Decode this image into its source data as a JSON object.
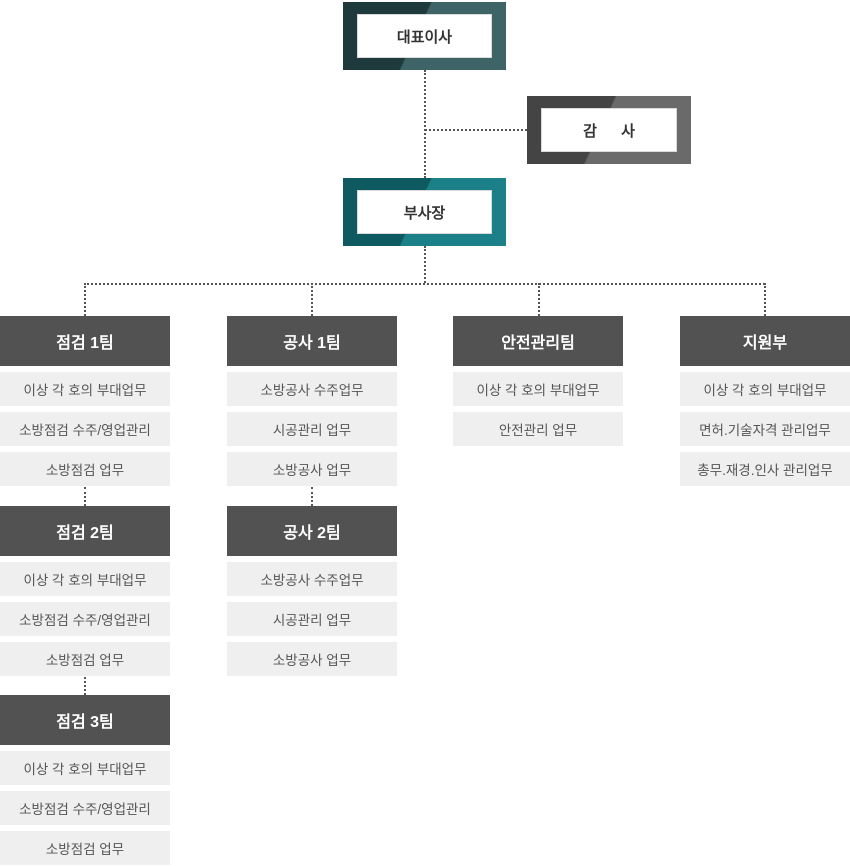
{
  "executives": {
    "ceo": "대표이사",
    "audit": "감 사",
    "vice_president": "부사장"
  },
  "teams": {
    "inspection1": {
      "name": "점검 1팀",
      "tasks": [
        "이상 각 호의 부대업무",
        "소방점검 수주/영업관리",
        "소방점검 업무"
      ]
    },
    "inspection2": {
      "name": "점검 2팀",
      "tasks": [
        "이상 각 호의 부대업무",
        "소방점검 수주/영업관리",
        "소방점검 업무"
      ]
    },
    "inspection3": {
      "name": "점검 3팀",
      "tasks": [
        "이상 각 호의 부대업무",
        "소방점검 수주/영업관리",
        "소방점검 업무"
      ]
    },
    "construction1": {
      "name": "공사 1팀",
      "tasks": [
        "소방공사 수주업무",
        "시공관리 업무",
        "소방공사 업무"
      ]
    },
    "construction2": {
      "name": "공사 2팀",
      "tasks": [
        "소방공사 수주업무",
        "시공관리 업무",
        "소방공사 업무"
      ]
    },
    "safety": {
      "name": "안전관리팀",
      "tasks": [
        "이상 각 호의 부대업무",
        "안전관리 업무"
      ]
    },
    "support": {
      "name": "지원부",
      "tasks": [
        "이상 각 호의 부대업무",
        "면허.기술자격 관리업무",
        "총무.재경.인사 관리업무"
      ]
    }
  },
  "colors": {
    "ceo": "#1f3a3c",
    "audit": "#444444",
    "vice_president": "#0f5a60",
    "team_header": "#525252",
    "task_bg": "#efefef"
  }
}
